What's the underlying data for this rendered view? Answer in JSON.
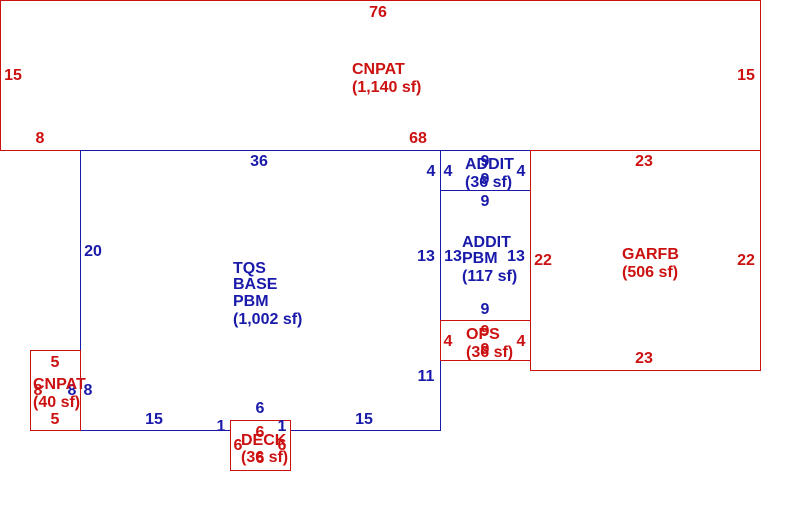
{
  "colors": {
    "red": "#cc1111",
    "blue": "#1a1aaa"
  },
  "areas": {
    "cnpat_top": {
      "name": "CNPAT",
      "area": "(1,140 sf)"
    },
    "tqs_base": {
      "line1": "TQS",
      "line2": "BASE",
      "line3": "PBM",
      "area": "(1,002 sf)"
    },
    "addit_small": {
      "name": "ADDIT",
      "area": "(36 sf)"
    },
    "addit_pbm": {
      "line1": "ADDIT",
      "line2": "PBM",
      "area": "(117 sf)"
    },
    "ops": {
      "name": "OPS",
      "area": "(36 sf)"
    },
    "garfb": {
      "name": "GARFB",
      "area": "(506 sf)"
    },
    "cnpat_small": {
      "name": "CNPAT",
      "area": "(40 sf)"
    },
    "deck": {
      "name": "DECK",
      "area": "(36 sf)"
    }
  },
  "dims": {
    "cnpat_top": {
      "top": "76",
      "left": "15",
      "right": "15",
      "bottom_left": "8",
      "bottom_right": "68"
    },
    "tqs": {
      "top": "36",
      "left": "20",
      "right_upper": "13",
      "right_lower": "11",
      "bottom_left": "15",
      "bottom_right": "15",
      "notch_left": "1",
      "notch_right": "1",
      "notch_top": "6",
      "top_right": "4"
    },
    "addit_small": {
      "top": "9",
      "bottom": "9",
      "left": "4",
      "right": "4"
    },
    "addit_pbm": {
      "top": "9",
      "bottom": "9",
      "left": "13",
      "right": "13"
    },
    "ops": {
      "top": "9",
      "bottom": "9",
      "left": "4",
      "right": "4"
    },
    "garfb": {
      "top": "23",
      "bottom": "23",
      "left": "22",
      "right": "22"
    },
    "cnpat_small": {
      "top": "5",
      "bottom": "5",
      "left": "8",
      "right": "8"
    },
    "deck": {
      "top": "6",
      "bottom": "6",
      "left": "6",
      "right": "6"
    }
  }
}
